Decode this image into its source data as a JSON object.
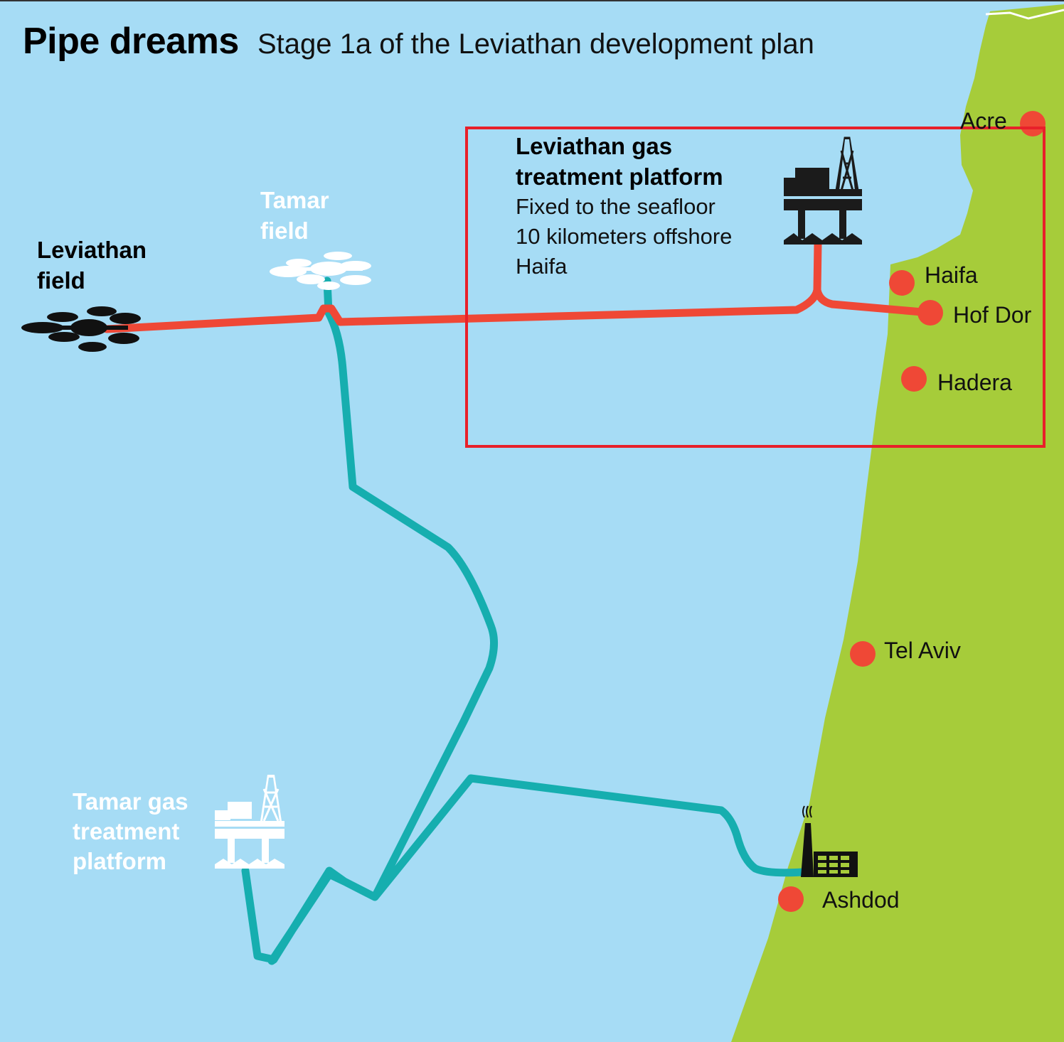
{
  "title": {
    "main": "Pipe dreams",
    "subtitle": "Stage 1a of the Leviathan development plan"
  },
  "labels": {
    "leviathan_field": [
      "Leviathan",
      "field"
    ],
    "tamar_field": [
      "Tamar",
      "field"
    ],
    "leviathan_platform_title": [
      "Leviathan gas",
      "treatment platform"
    ],
    "leviathan_platform_desc": [
      "Fixed to the seafloor",
      "10 kilometers offshore",
      "Haifa"
    ],
    "tamar_platform": [
      "Tamar gas",
      "treatment",
      "platform"
    ]
  },
  "cities": {
    "acre": "Acre",
    "haifa": "Haifa",
    "hof_dor": "Hof Dor",
    "hadera": "Hadera",
    "tel_aviv": "Tel Aviv",
    "ashdod": "Ashdod"
  },
  "icons": {
    "field": "gas-field-icon",
    "platform": "offshore-platform-icon",
    "plant": "power-plant-icon"
  },
  "colors": {
    "sea": "#a6dcf5",
    "land": "#a6cc3a",
    "leviathan_pipeline": "#ef4836",
    "tamar_pipeline": "#16aeaf",
    "city_marker": "#ef4836",
    "callout_border": "#e8202a"
  }
}
